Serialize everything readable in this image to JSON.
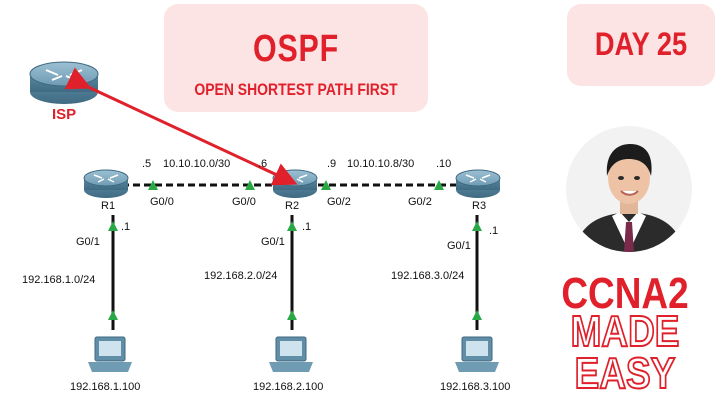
{
  "title": "OSPF",
  "subtitle": "OPEN SHORTEST PATH FIRST",
  "day": "DAY 25",
  "brand": {
    "line1": "CCNA2",
    "line2": "MADE",
    "line3": "EASY"
  },
  "isp_label": "ISP",
  "routers": {
    "r1": "R1",
    "r2": "R2",
    "r3": "R3"
  },
  "links": {
    "r1_r2": {
      "network": "10.10.10.0/30",
      "r1_host": ".5",
      "r2_host": ".6",
      "r1_if": "G0/0",
      "r2_if": "G0/0"
    },
    "r2_r3": {
      "network": "10.10.10.8/30",
      "r2_host": ".9",
      "r3_host": ".10",
      "r2_if": "G0/2",
      "r3_if": "G0/2"
    }
  },
  "lans": [
    {
      "if": "G0/1",
      "host": ".1",
      "network": "192.168.1.0/24",
      "pc": "192.168.1.100"
    },
    {
      "if": "G0/1",
      "host": ".1",
      "network": "192.168.2.0/24",
      "pc": "192.168.2.100"
    },
    {
      "if": "G0/1",
      "host": ".1",
      "network": "192.168.3.0/24",
      "pc": "192.168.3.100"
    }
  ],
  "colors": {
    "accent": "#e0202a",
    "link_arrow": "#2aa845",
    "router": "#5f8ea6",
    "banner": "#fde4e4"
  }
}
